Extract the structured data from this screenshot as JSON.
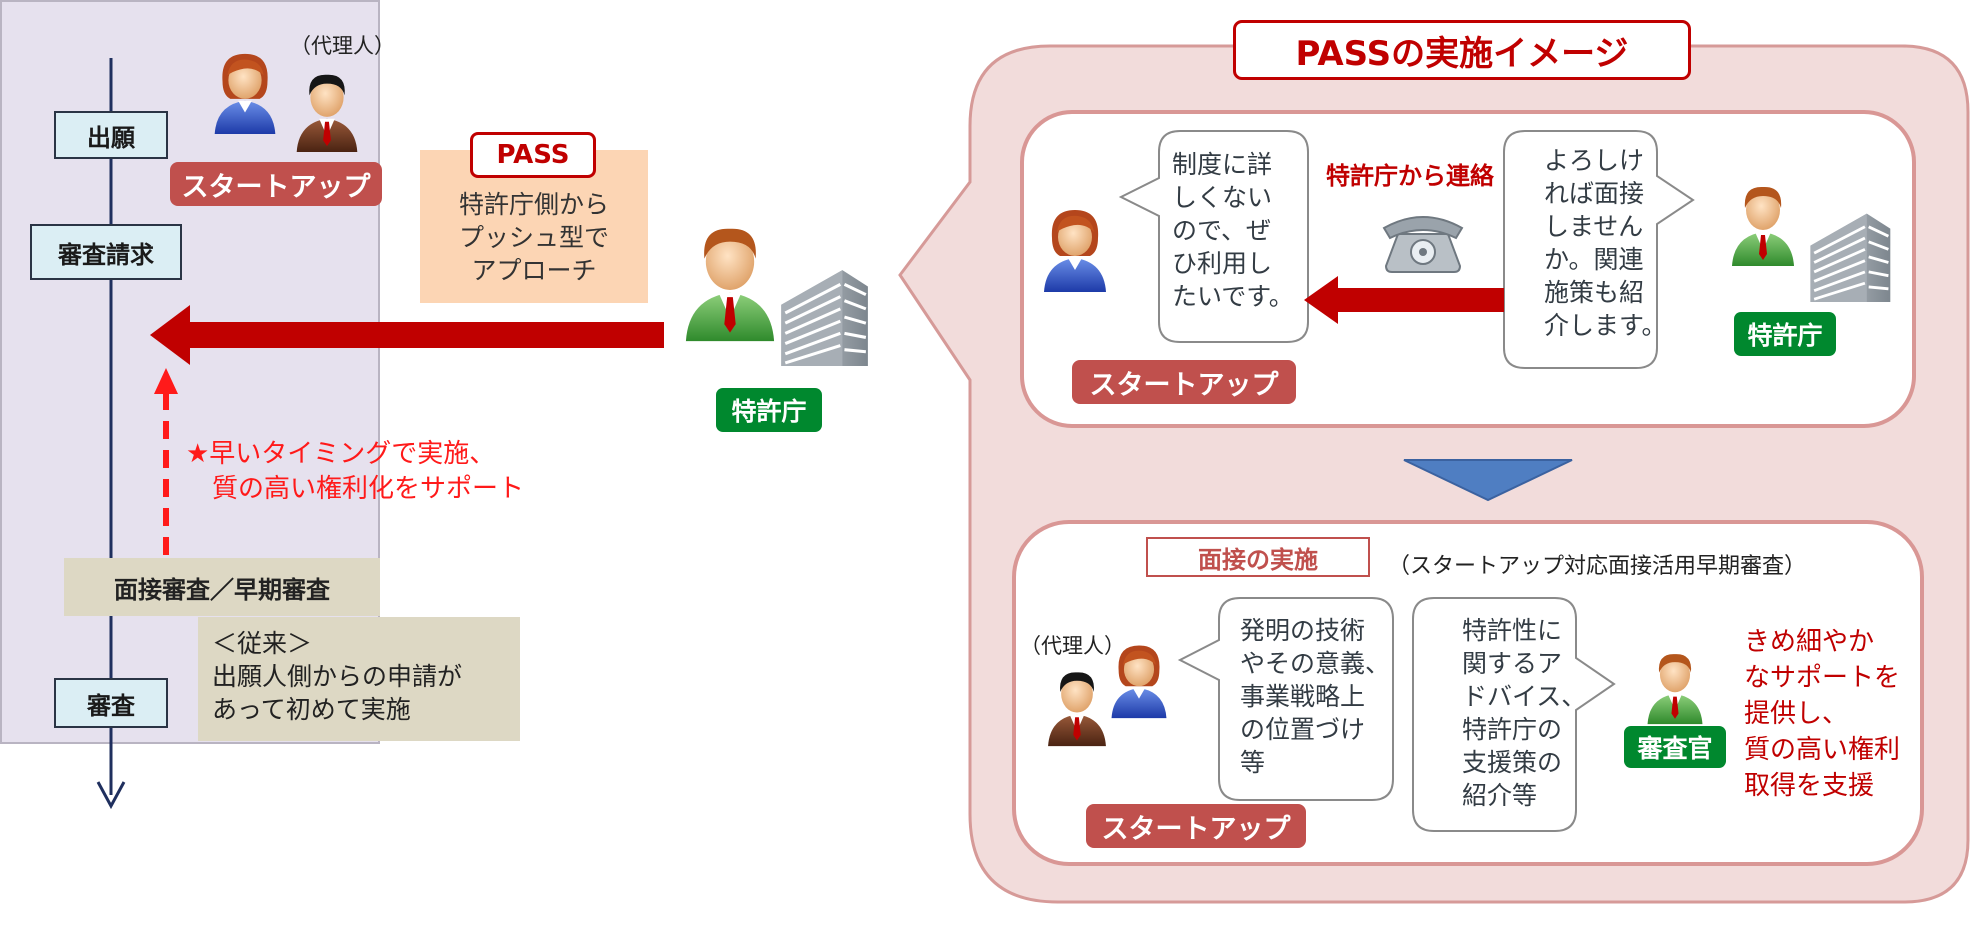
{
  "left": {
    "agent_label": "（代理人）",
    "startup_label": "スタートアップ",
    "steps": [
      "出願",
      "審査請求",
      "審査"
    ],
    "pass_label": "PASS",
    "pass_desc": "特許庁側から\nプッシュ型で\nアプローチ",
    "jpo_label": "特許庁",
    "early_note": "★早いタイミングで実施、\n　質の高い権利化をサポート",
    "interview_exam": "面接審査／早期審査",
    "conventional": "＜従来＞\n出願人側からの申請が\nあって初めて実施"
  },
  "right": {
    "title": "PASSの実施イメージ",
    "top": {
      "startup_bubble": "制度に詳\nしくない\nので、ぜ\nひ利用し\nたいです。",
      "contact_label": "特許庁から連絡",
      "jpo_bubble": "よろしけ\nれば面接\nしません\nか。関連\n施策も紹\n介します。",
      "startup_label": "スタートアップ",
      "jpo_label": "特許庁"
    },
    "bottom": {
      "interview_title": "面接の実施",
      "interview_sub": "（スタートアップ対応面接活用早期審査）",
      "agent_label": "（代理人）",
      "startup_bubble": "発明の技術\nやその意義、\n事業戦略上\nの位置づけ\n等",
      "examiner_bubble": "特許性に\n関するア\nドバイス、\n特許庁の\n支援策の\n紹介等",
      "startup_label": "スタートアップ",
      "examiner_label": "審査官",
      "support_text": "きめ細やか\nなサポートを\n提供し、\n質の高い権利\n取得を支援"
    }
  },
  "colors": {
    "accent_red": "#c00000",
    "label_red": "#c0504d",
    "jpo_green": "#00882e",
    "panel_pink": "#f2dcdb",
    "timeline_navy": "#1f2f5e"
  },
  "icons": [
    "person-female-icon",
    "person-male-icon",
    "building-icon",
    "telephone-icon"
  ]
}
